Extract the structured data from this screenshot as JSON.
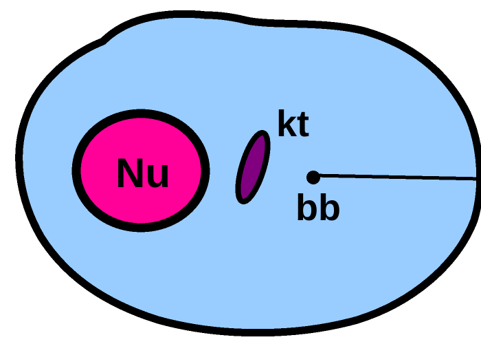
{
  "diagram": {
    "labels": {
      "nucleus": "Nu",
      "kinetoplast": "kt",
      "basal_body": "bb"
    },
    "colors": {
      "cell_fill": "#99ccff",
      "outline": "#000000",
      "nucleus_fill": "#ff0099",
      "kinetoplast_fill": "#800080",
      "background": "#ffffff"
    }
  }
}
